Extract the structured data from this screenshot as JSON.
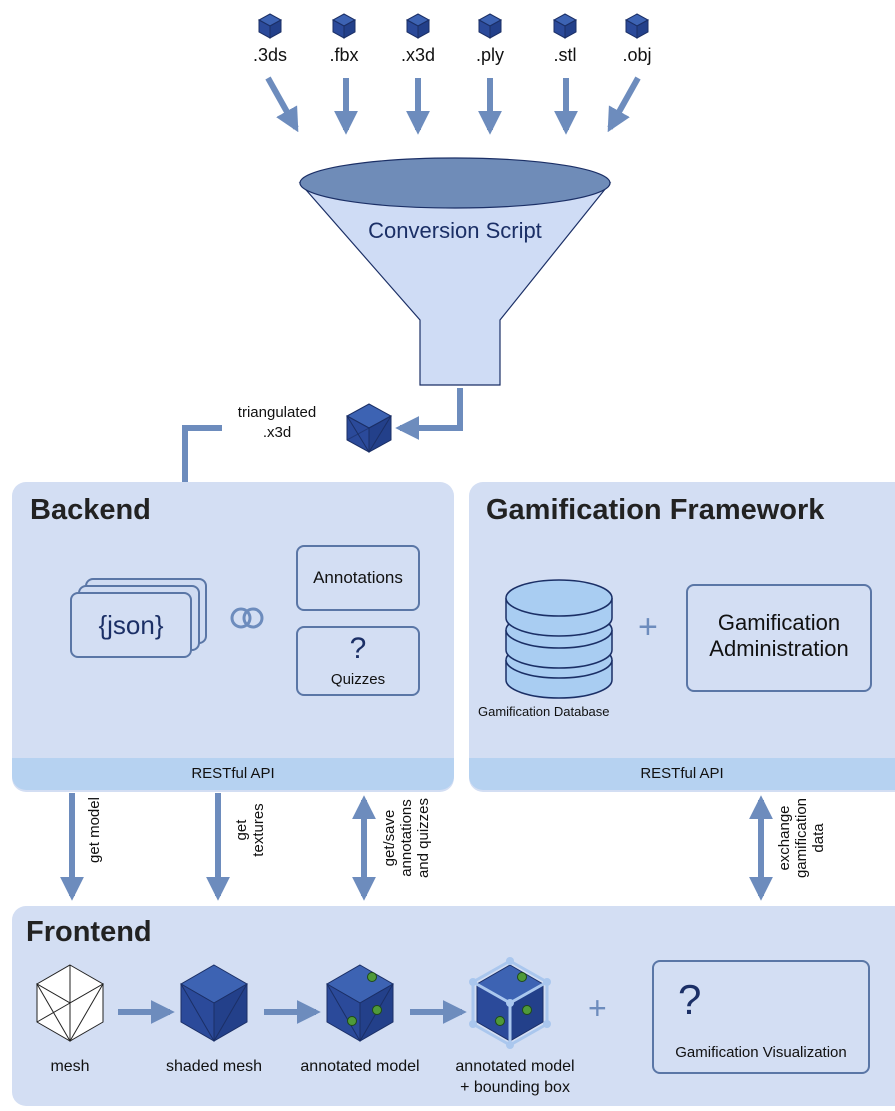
{
  "formats": [
    ".3ds",
    ".fbx",
    ".x3d",
    ".ply",
    ".stl",
    ".obj"
  ],
  "funnel_label": "Conversion Script",
  "triangulated_label": [
    "triangulated",
    ".x3d"
  ],
  "backend": {
    "title": "Backend",
    "json_label": "{json}",
    "annotations_label": "Annotations",
    "quiz_symbol": "?",
    "quizzes_label": "Quizzes",
    "api_label": "RESTful API"
  },
  "gamification": {
    "title": "Gamification Framework",
    "plus": "+",
    "admin_label": [
      "Gamification",
      "Administration"
    ],
    "database_label": "Gamification Database",
    "api_label": "RESTful API"
  },
  "arrows": {
    "get_model": "get model",
    "get_textures": "get\ntextures",
    "get_save": "get/save\nannotations\nand quizzes",
    "exchange": "exchange\ngamification\ndata"
  },
  "frontend": {
    "title": "Frontend",
    "steps": [
      "mesh",
      "shaded mesh",
      "annotated model",
      "annotated model",
      "+ bounding box"
    ],
    "plus": "+",
    "quiz_symbol": "?",
    "visualization_label": "Gamification Visualization"
  },
  "colors": {
    "panel": "#d3def3",
    "api_band": "#b6d2f1",
    "arrow": "#6d8cbd",
    "cube_dark": "#2b4a9a",
    "funnel": "#cfdcf5"
  }
}
